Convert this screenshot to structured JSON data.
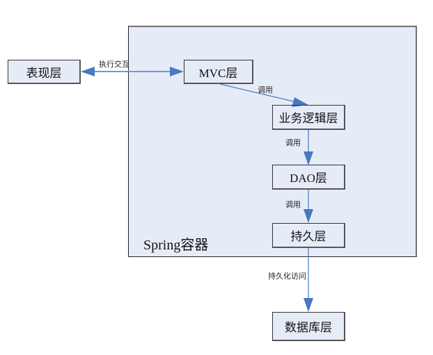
{
  "container": {
    "label": "Spring容器"
  },
  "nodes": {
    "presentation": "表现层",
    "mvc": "MVC层",
    "business": "业务逻辑层",
    "dao": "DAO层",
    "persistence": "持久层",
    "database": "数据库层"
  },
  "edges": {
    "interact": "执行交互",
    "call1": "调用",
    "call2": "调用",
    "call3": "调用",
    "persist_access": "持久化访问"
  },
  "colors": {
    "arrow": "#4a78c2",
    "container_bg": "#e6ecf7"
  }
}
